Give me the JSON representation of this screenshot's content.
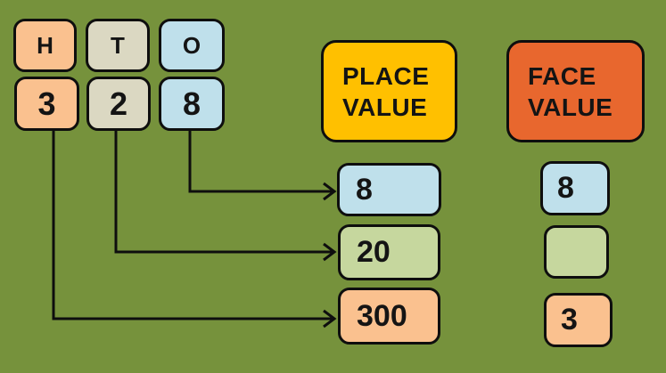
{
  "canvas": {
    "background_color": "#76923C",
    "line_color": "#0e0e0e"
  },
  "digit_grid": {
    "headers": [
      {
        "label": "H",
        "color": "#FAC18F"
      },
      {
        "label": "T",
        "color": "#DBD8C2"
      },
      {
        "label": "O",
        "color": "#BFE0EB"
      }
    ],
    "digits": [
      {
        "label": "3",
        "color": "#FAC18F"
      },
      {
        "label": "2",
        "color": "#DBD8C2"
      },
      {
        "label": "8",
        "color": "#BFE0EB"
      }
    ]
  },
  "place_value": {
    "title_line1": "PLACE",
    "title_line2": "VALUE",
    "header_color": "#FFC000",
    "items": [
      {
        "value": "8",
        "color": "#BFE0EB"
      },
      {
        "value": "20",
        "color": "#C6D79E"
      },
      {
        "value": "300",
        "color": "#FAC18F"
      }
    ]
  },
  "face_value": {
    "title_line1": "FACE",
    "title_line2": "VALUE",
    "header_color": "#E8672E",
    "items": [
      {
        "value": "8",
        "color": "#BFE0EB"
      },
      {
        "value": "",
        "color": "#C6D79E"
      },
      {
        "value": "3",
        "color": "#FAC18F"
      }
    ]
  }
}
